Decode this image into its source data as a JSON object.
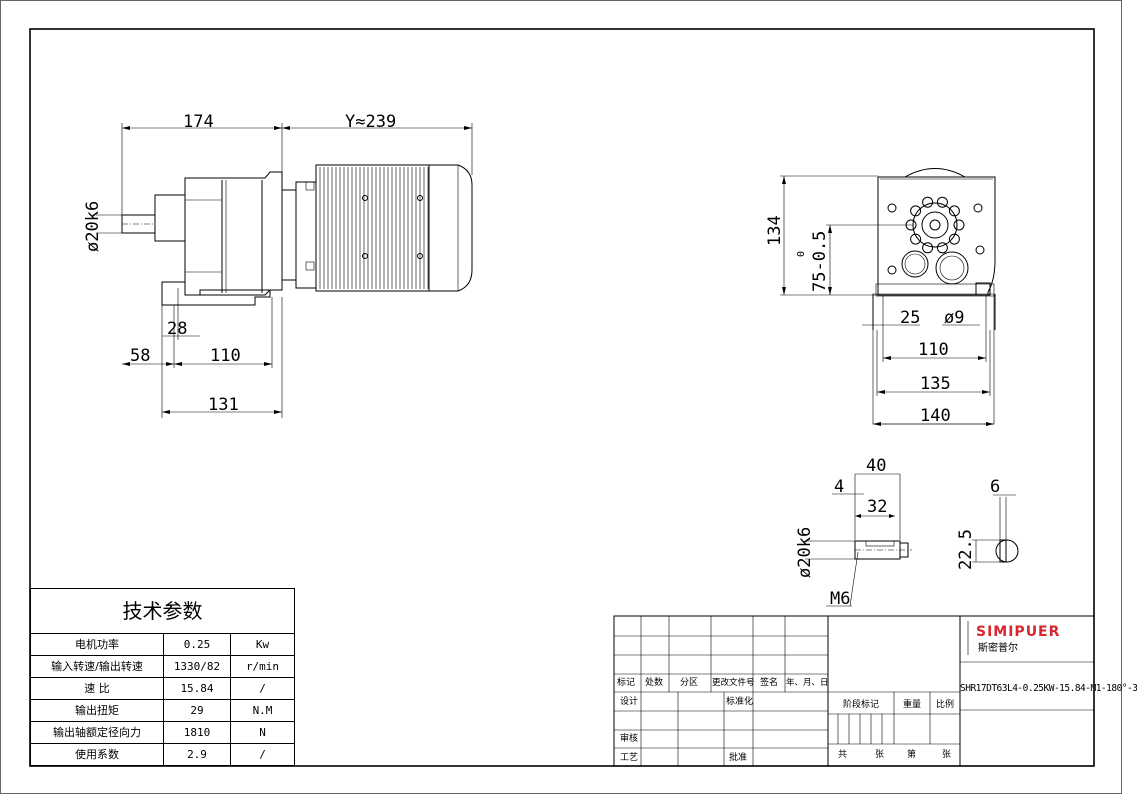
{
  "dimensions": {
    "d174": "174",
    "dY": "Y≈239",
    "d20k6": "ø20k6",
    "d28": "28",
    "d58": "58",
    "d110": "110",
    "d131": "131",
    "d134": "134",
    "d75": "75-0.5",
    "d75b": "0",
    "d25": "25",
    "d9": "ø9",
    "d110r": "110",
    "d135": "135",
    "d140": "140",
    "d40": "40",
    "d4": "4",
    "d32": "32",
    "d20k6b": "ø20k6",
    "dM6": "M6",
    "d6": "6",
    "d225": "22.5"
  },
  "tech_table": {
    "title": "技术参数",
    "rows": [
      {
        "name": "电机功率",
        "value": "0.25",
        "unit": "Kw"
      },
      {
        "name": "输入转速/输出转速",
        "value": "1330/82",
        "unit": "r/min"
      },
      {
        "name": "速 比",
        "value": "15.84",
        "unit": "/"
      },
      {
        "name": "输出扭矩",
        "value": "29",
        "unit": "N.M"
      },
      {
        "name": "输出轴额定径向力",
        "value": "1810",
        "unit": "N"
      },
      {
        "name": "使用系数",
        "value": "2.9",
        "unit": "/"
      }
    ]
  },
  "title_block": {
    "mark": "标记",
    "count": "处数",
    "zone": "分区",
    "change_doc": "更改文件号",
    "signature": "签名",
    "date": "年、月、日",
    "design": "设计",
    "standardization": "标准化",
    "review": "审核",
    "process": "工艺",
    "approve": "批准",
    "stage_mark": "阶段标记",
    "weight": "重量",
    "scale": "比例",
    "total": "共",
    "sheets": "张",
    "sheet_no": "第",
    "sheet_unit": "张",
    "brand": "SIMIPUER",
    "brand_cn": "斯密普尔",
    "model": "SHR17DT63L4-0.25KW-15.84-M1-180°-3"
  }
}
